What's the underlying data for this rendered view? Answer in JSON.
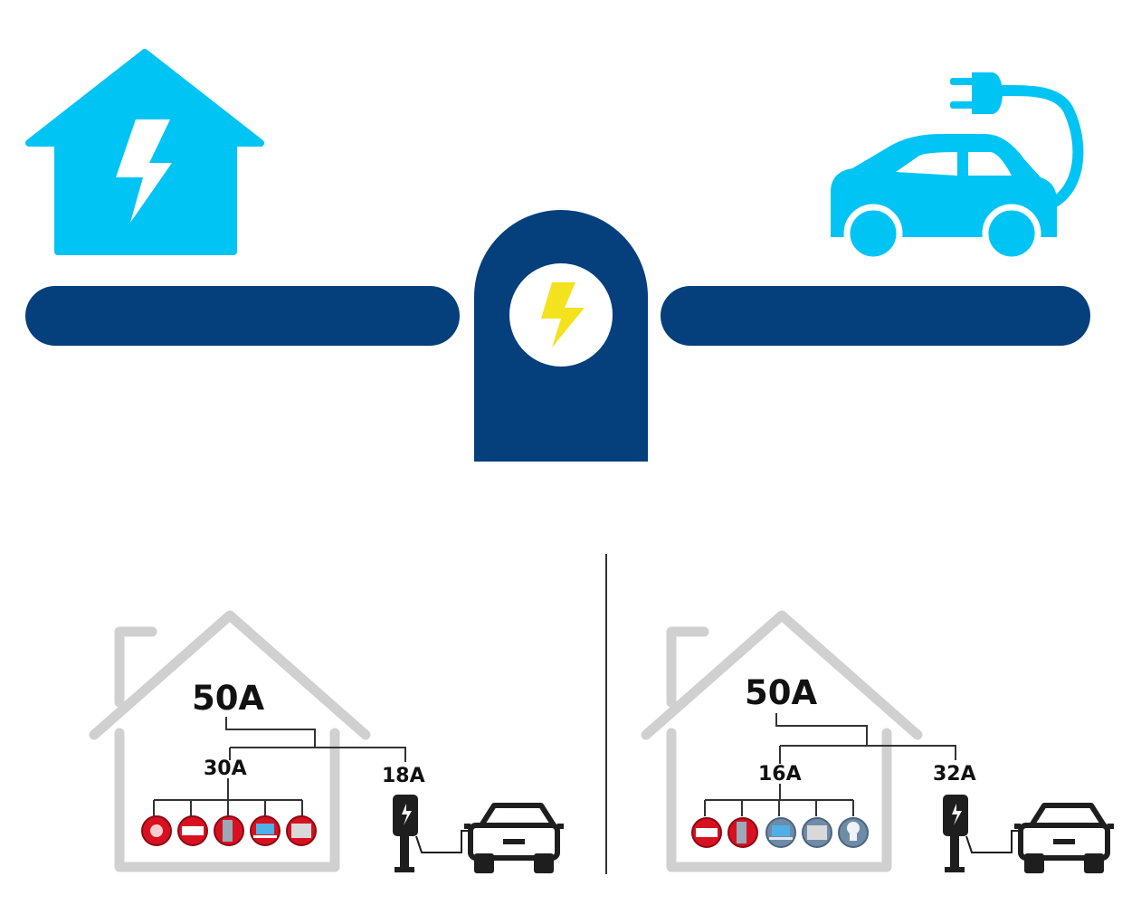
{
  "colors": {
    "light_blue": "#00c4f4",
    "navy": "#053f7c",
    "bolt_yellow": "#f3e21d",
    "house_gray": "#d0d0d0",
    "appliance_on": "#d81020",
    "appliance_off": "#6f8ba6",
    "line": "#333333"
  },
  "left_scene": {
    "total_label": "50A",
    "house_label": "30A",
    "charger_label": "18A",
    "appliances": [
      {
        "icon": "washer-icon",
        "state": "on"
      },
      {
        "icon": "oven-icon",
        "state": "on"
      },
      {
        "icon": "fridge-icon",
        "state": "on"
      },
      {
        "icon": "laptop-icon",
        "state": "on"
      },
      {
        "icon": "microwave-icon",
        "state": "on"
      }
    ]
  },
  "right_scene": {
    "total_label": "50A",
    "house_label": "16A",
    "charger_label": "32A",
    "appliances": [
      {
        "icon": "oven-icon",
        "state": "on"
      },
      {
        "icon": "fridge-icon",
        "state": "on"
      },
      {
        "icon": "laptop-icon",
        "state": "off"
      },
      {
        "icon": "microwave-icon",
        "state": "off"
      },
      {
        "icon": "light-bulb-icon",
        "state": "off"
      }
    ]
  }
}
